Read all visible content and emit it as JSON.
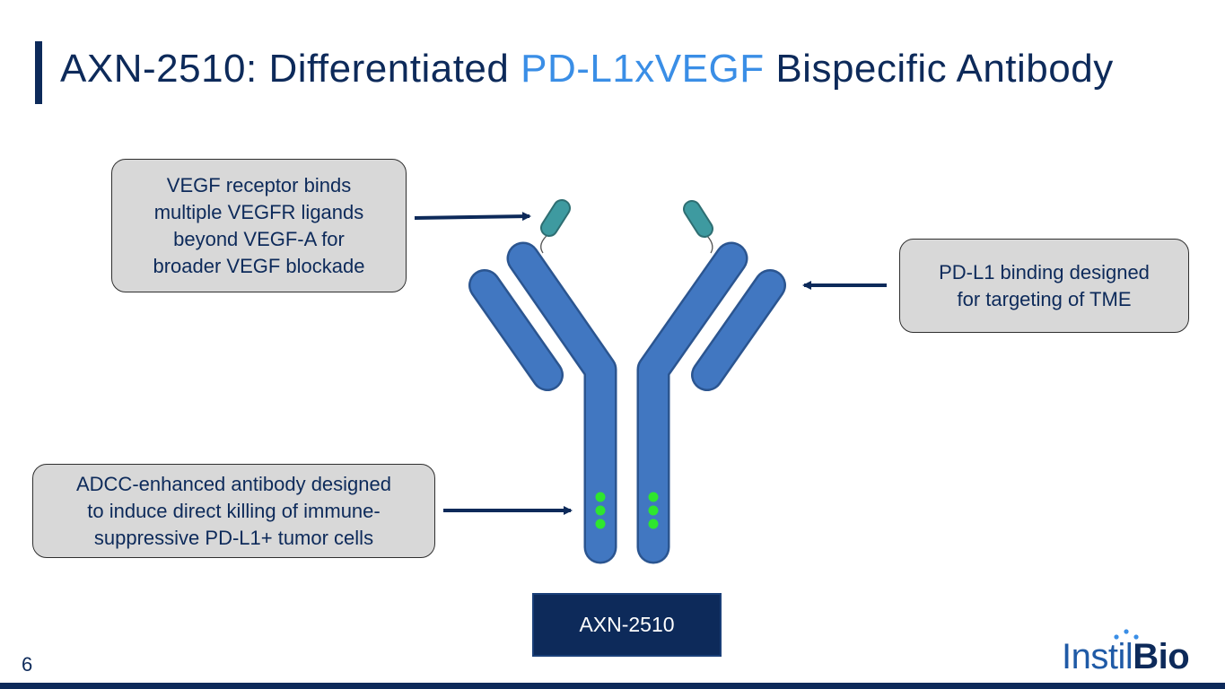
{
  "title": {
    "prefix": "AXN-2510: Differentiated ",
    "highlight": "PD-L1xVEGF",
    "suffix": " Bispecific Antibody"
  },
  "callouts": {
    "vegf": [
      "VEGF receptor binds",
      "multiple VEGFR ligands",
      "beyond VEGF-A for",
      "broader VEGF blockade"
    ],
    "pdl1": [
      "PD-L1 binding designed",
      "for targeting of TME"
    ],
    "adcc": [
      "ADCC-enhanced antibody designed",
      "to induce direct killing of immune-",
      "suppressive PD-L1+ tumor cells"
    ]
  },
  "product_label": "AXN-2510",
  "page_number": "6",
  "logo": {
    "part1": "Instil",
    "part2": "Bio"
  },
  "colors": {
    "navy": "#0d2a5a",
    "accent": "#3a8ee6",
    "antibody": "#4177c1",
    "vegf_trap": "#3e9aa0",
    "fc_dots": "#2ee62e"
  }
}
